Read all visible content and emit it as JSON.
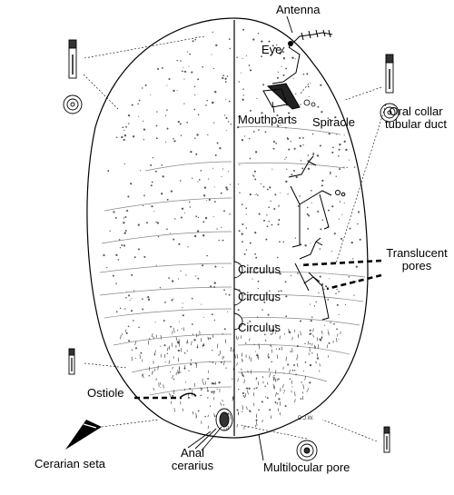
{
  "labels": {
    "antenna": "Antenna",
    "eye": "Eye",
    "mouthparts": "Mouthparts",
    "spiracle": "Spiracle",
    "oral_collar_line1": "Oral collar",
    "oral_collar_line2": "tubular duct",
    "translucent_line1": "Translucent",
    "translucent_line2": "pores",
    "circulus_1": "Circulus",
    "circulus_2": "Circulus",
    "circulus_3": "Circulus",
    "ostiole": "Ostiole",
    "cerarian_seta": "Cerarian seta",
    "anal_cerarius_line1": "Anal",
    "anal_cerarius_line2": "cerarius",
    "multilocular_pore": "Multilocular pore",
    "artist_initials": "D.J.W."
  }
}
